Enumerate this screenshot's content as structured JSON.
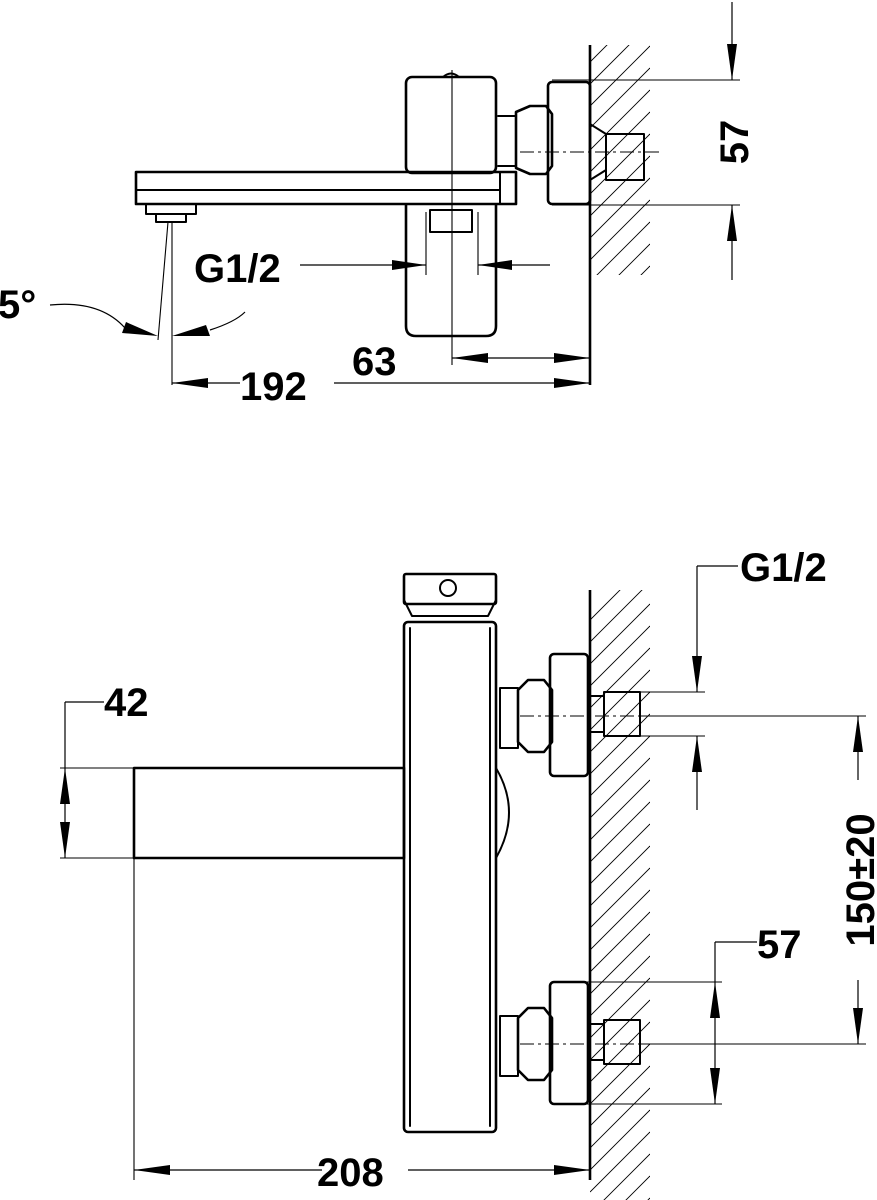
{
  "side_view": {
    "dim_height": "57",
    "thread": "G1/2",
    "angle": "5°",
    "dim_depth_body": "63",
    "dim_depth_spout": "192"
  },
  "front_view": {
    "thread": "G1/2",
    "dim_spout_height": "42",
    "dim_centers": "150±20",
    "dim_connection": "57",
    "dim_total_depth": "208"
  }
}
